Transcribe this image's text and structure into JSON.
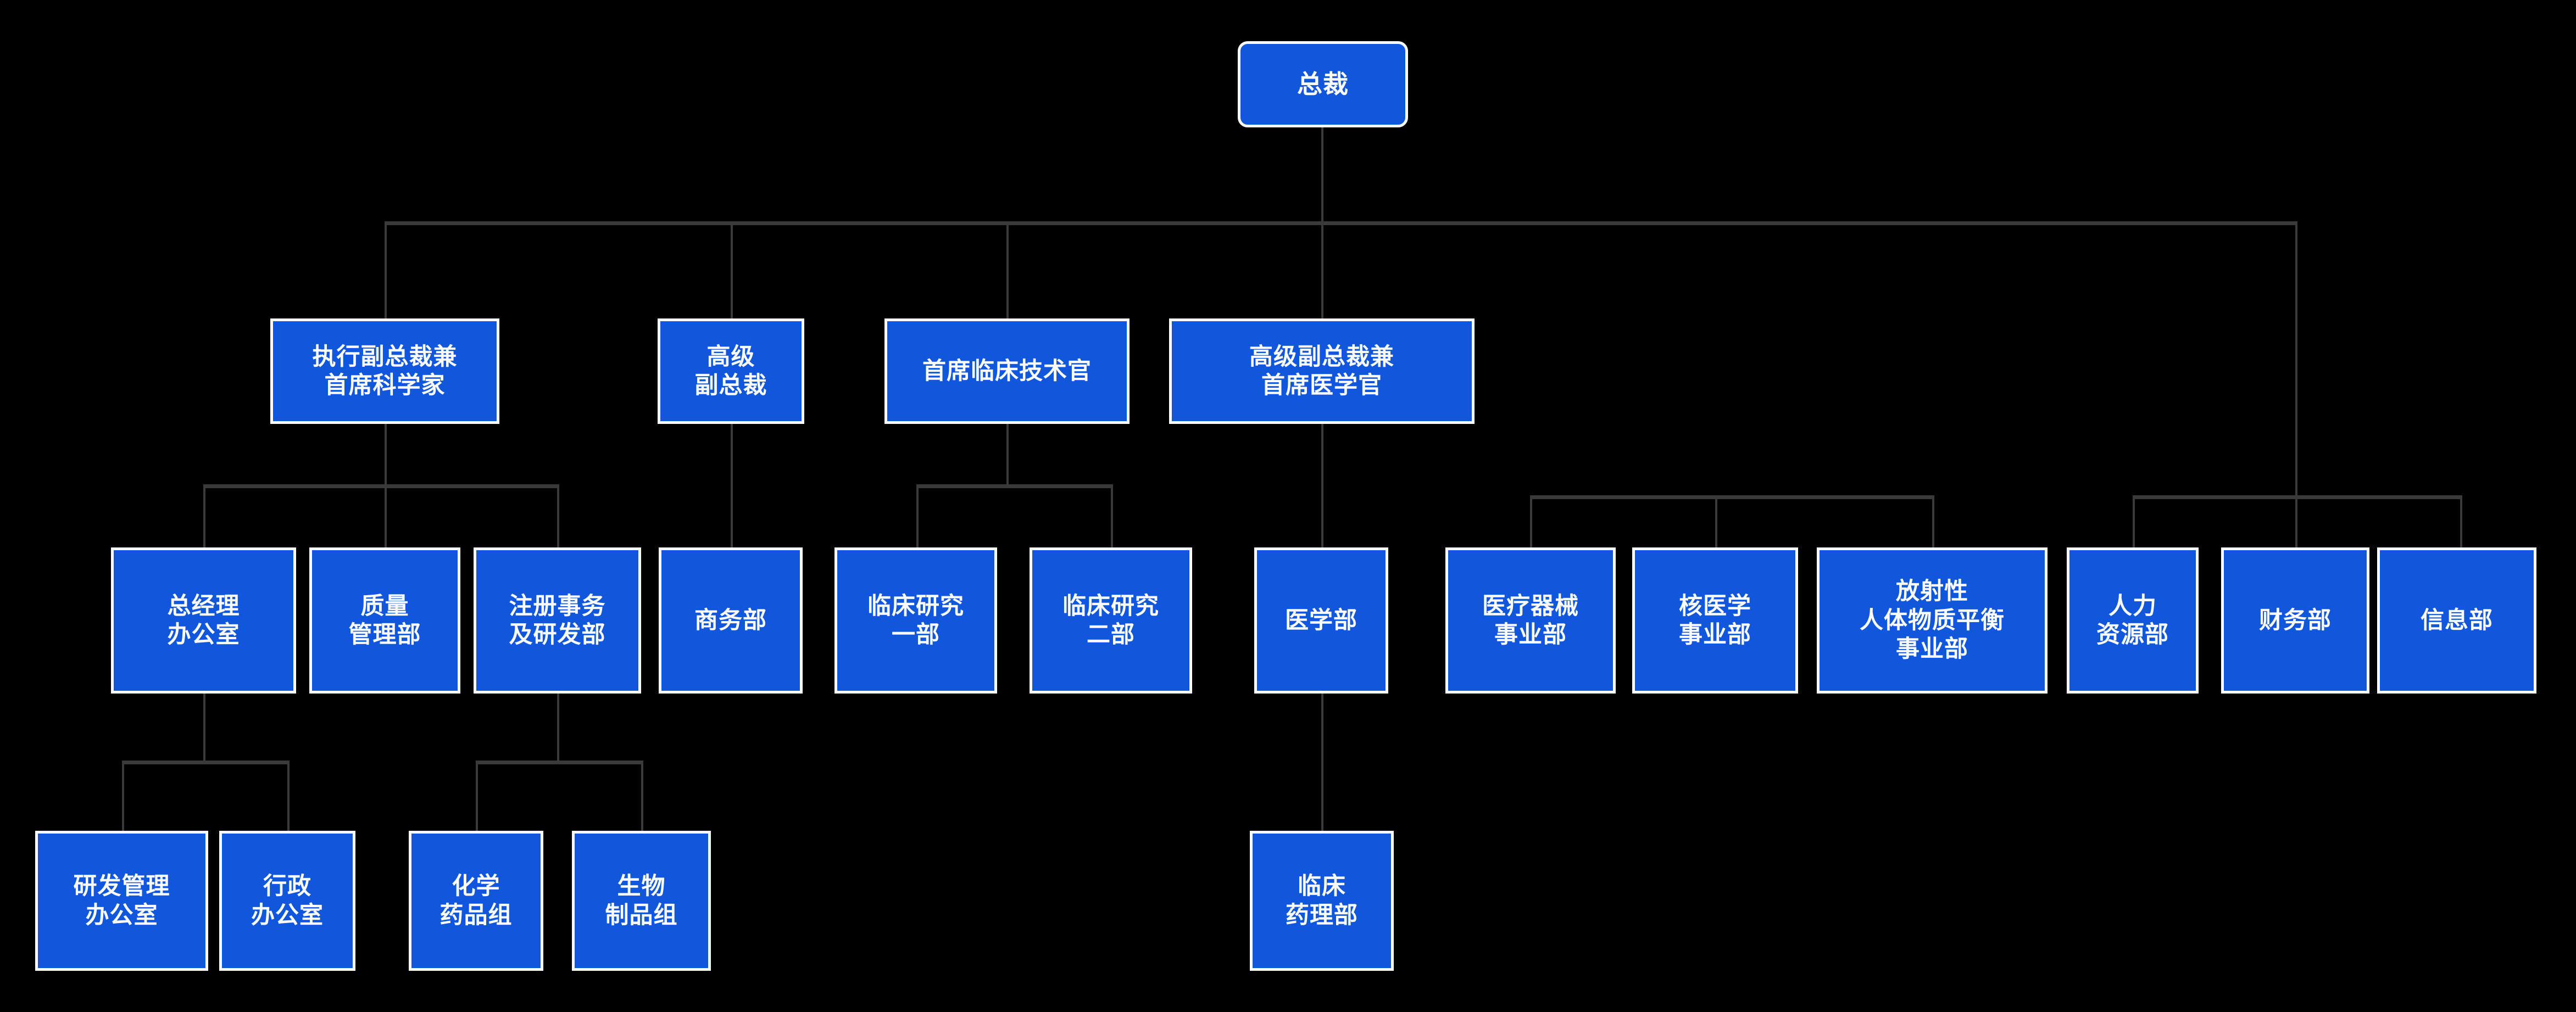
{
  "chart_title": "",
  "theme": {
    "background": "#000000",
    "node_fill": "#1057dd",
    "node_border": "#ffffff",
    "node_text": "#ffffff",
    "connector": "#3a3a3a"
  },
  "nodes": {
    "root": {
      "label": "总裁"
    },
    "level2": [
      {
        "label": "执行副总裁兼\n首席科学家"
      },
      {
        "label": "高级\n副总裁"
      },
      {
        "label": "首席临床技术官"
      },
      {
        "label": "高级副总裁兼\n首席医学官"
      }
    ],
    "level3": [
      {
        "label": "总经理\n办公室"
      },
      {
        "label": "质量\n管理部"
      },
      {
        "label": "注册事务\n及研发部"
      },
      {
        "label": "商务部"
      },
      {
        "label": "临床研究\n一部"
      },
      {
        "label": "临床研究\n二部"
      },
      {
        "label": "医学部"
      },
      {
        "label": "医疗器械\n事业部"
      },
      {
        "label": "核医学\n事业部"
      },
      {
        "label": "放射性\n人体物质平衡\n事业部"
      },
      {
        "label": "人力\n资源部"
      },
      {
        "label": "财务部"
      },
      {
        "label": "信息部"
      }
    ],
    "level4": [
      {
        "label": "研发管理\n办公室"
      },
      {
        "label": "行政\n办公室"
      },
      {
        "label": "化学\n药品组"
      },
      {
        "label": "生物\n制品组"
      },
      {
        "label": "临床\n药理部"
      }
    ]
  }
}
